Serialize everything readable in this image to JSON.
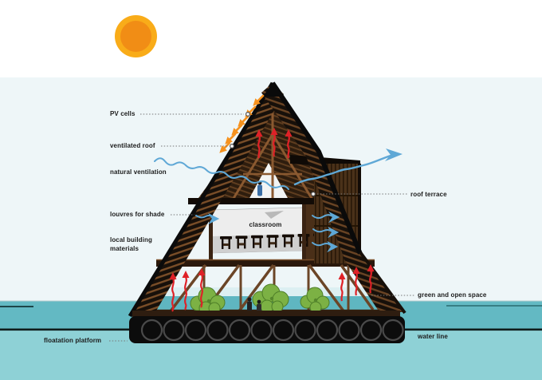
{
  "diagram": {
    "title_context": "floating A-frame school building section diagram",
    "labels": {
      "pv_cells": "PV cells",
      "ventilated_roof": "ventilated roof",
      "natural_ventilation": "natural ventilation",
      "louvres_for_shade": "louvres for shade",
      "local_building_materials": "local building materials",
      "classroom": "classroom",
      "roof_terrace": "roof terrace",
      "green_and_open_space": "green and open space",
      "water_line": "water line",
      "floatation_platform": "floatation platform"
    },
    "colors": {
      "sky": "#eef6f8",
      "sun_outer": "#f9ac19",
      "sun_inner": "#f18d15",
      "water_upper": "#63b9c3",
      "water_lower": "#8ed1d6",
      "water_line": "#101d1d",
      "wood_dark": "#17100a",
      "wood_mid": "#6e4826",
      "platform": "#0c0c0c",
      "foliage": "#7cb144",
      "arrow_solar": "#f6921e",
      "arrow_heat": "#df2127",
      "arrow_wind": "#5fa8d6",
      "label_text": "#1c1c1c"
    }
  }
}
